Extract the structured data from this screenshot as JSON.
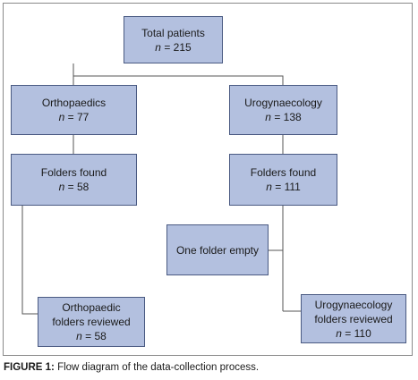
{
  "nodes": {
    "total": {
      "label": "Total patients",
      "n": "215"
    },
    "ortho": {
      "label": "Orthopaedics",
      "n": "77"
    },
    "uro": {
      "label": "Urogynaecology",
      "n": "138"
    },
    "ortho_found": {
      "label": "Folders found",
      "n": "58"
    },
    "uro_found": {
      "label": "Folders found",
      "n": "111"
    },
    "empty": {
      "label": "One folder empty"
    },
    "ortho_reviewed": {
      "line1": "Orthopaedic",
      "line2": "folders reviewed",
      "n": "58"
    },
    "uro_reviewed": {
      "line1": "Urogynaecology",
      "line2": "folders reviewed",
      "n": "110"
    }
  },
  "n_symbol": "n",
  "caption": {
    "label": "FIGURE 1:",
    "text": " Flow diagram of the data-collection process."
  },
  "colors": {
    "box_fill": "#b3c0df",
    "box_border": "#4a5a82",
    "line": "#555555",
    "frame": "#8a8a8a"
  }
}
